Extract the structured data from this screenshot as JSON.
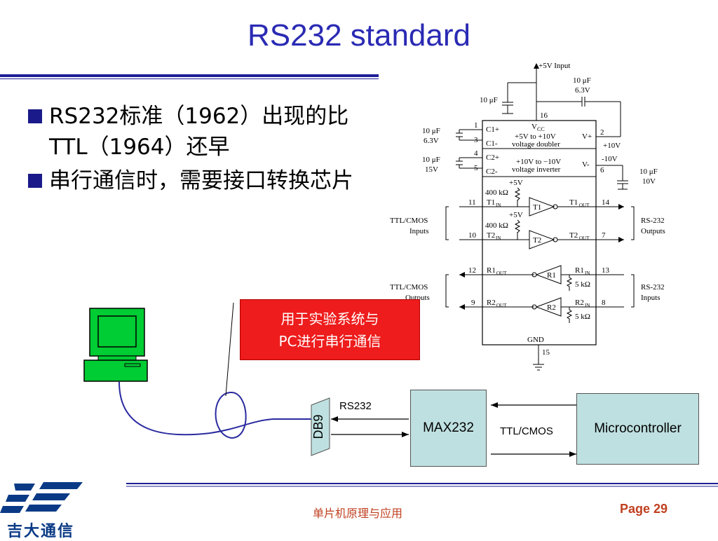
{
  "slide": {
    "title": "RS232 standard",
    "bullets": [
      {
        "text": "RS232标准（1962）出现的比TTL（1964）还早"
      },
      {
        "text": "串行通信时，需要接口转换芯片"
      }
    ],
    "callout": {
      "line1": "用于实验系统与",
      "line2": "PC进行串行通信"
    }
  },
  "block_diagram": {
    "db9_label": "DB9",
    "rs232_label": "RS232",
    "max232_label": "MAX232",
    "ttl_cmos_label": "TTL/CMOS",
    "micro_label": "Microcontroller"
  },
  "schematic": {
    "supply": "+5V Input",
    "cap_top_left": "10 μF",
    "cap_top_right_1": "10 μF",
    "cap_top_right_2": "6.3V",
    "vcc": "V",
    "vcc_sub": "CC",
    "cap_left1_a": "10 μF",
    "cap_left1_b": "6.3V",
    "cap_left2_a": "10 μF",
    "cap_left2_b": "15V",
    "cap_right_a": "10 μF",
    "cap_right_b": "10V",
    "pin_c1p": "C1+",
    "pin_c1m": "C1-",
    "pin_c2p": "C2+",
    "pin_c2m": "C2-",
    "pin_vp": "V+",
    "pin_vm": "V-",
    "doubler_1": "+5V to +10V",
    "doubler_2": "voltage doubler",
    "inverter_1": "+10V to −10V",
    "inverter_2": "voltage inverter",
    "plus10": "+10V",
    "minus10": "-10V",
    "plus5_a": "+5V",
    "plus5_b": "+5V",
    "res400_a": "400 kΩ",
    "res400_b": "400 kΩ",
    "res5_a": "5 kΩ",
    "res5_b": "5 kΩ",
    "ttl_inputs_1": "TTL/CMOS",
    "ttl_inputs_2": "Inputs",
    "ttl_outputs_1": "TTL/CMOS",
    "ttl_outputs_2": "Outputs",
    "rs_outputs_1": "RS-232",
    "rs_outputs_2": "Outputs",
    "rs_inputs_1": "RS-232",
    "rs_inputs_2": "Inputs",
    "t1in": "T1",
    "t2in": "T2",
    "t1out": "T1",
    "t2out": "T2",
    "r1out": "R1",
    "r2out": "R2",
    "r1in": "R1",
    "r2in": "R2",
    "sub_in": "IN",
    "sub_out": "OUT",
    "buf_t1": "T1",
    "buf_t2": "T2",
    "buf_r1": "R1",
    "buf_r2": "R2",
    "gnd": "GND",
    "pins": {
      "p1": "1",
      "p2": "2",
      "p3": "3",
      "p4": "4",
      "p5": "5",
      "p6": "6",
      "p7": "7",
      "p8": "8",
      "p9": "9",
      "p10": "10",
      "p11": "11",
      "p12": "12",
      "p13": "13",
      "p14": "14",
      "p15": "15",
      "p16": "16"
    }
  },
  "footer": {
    "course": "单片机原理与应用",
    "page_label": "Page",
    "page_number": "29",
    "logo_text": "吉大通信"
  },
  "colors": {
    "title": "#2a2ab4",
    "accent": "#1e1e96",
    "callout": "#ee1c1c",
    "box": "#bfe0e0",
    "footer": "#c04020"
  }
}
